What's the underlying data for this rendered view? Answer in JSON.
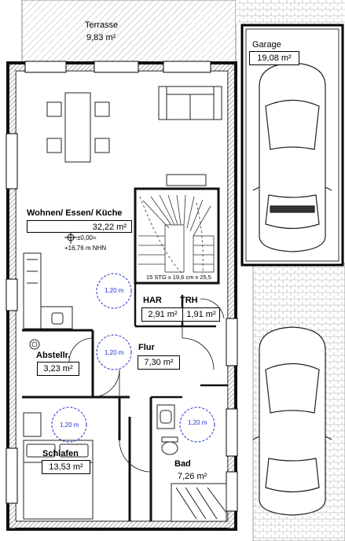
{
  "rooms": {
    "terrace": {
      "name": "Terrasse",
      "area": "9,83 m²"
    },
    "garage": {
      "name": "Garage",
      "area": "19,08 m²"
    },
    "living": {
      "name": "Wohnen/ Essen/ Küche",
      "area": "32,22 m²"
    },
    "har": {
      "name": "HAR",
      "area": "2,91 m²"
    },
    "trh": {
      "name": "TRH",
      "area": "1,91 m²"
    },
    "storage": {
      "name": "Abstellr.",
      "area": "3,23 m²"
    },
    "hall": {
      "name": "Flur",
      "area": "7,30 m²"
    },
    "bedroom": {
      "name": "Schlafen",
      "area": "13,53 m²"
    },
    "bath": {
      "name": "Bad",
      "area": "7,26 m²"
    }
  },
  "elevation": {
    "line1": "±0,00=",
    "line2": "+16,76 m NHN"
  },
  "stairs": {
    "note": "15 STG x 19,6 cm x 25,5"
  },
  "turning_circle_label": "1,20 m",
  "colors": {
    "wall": "#1a1a1a",
    "hatch": "#999999",
    "circle": "#2233cc"
  }
}
